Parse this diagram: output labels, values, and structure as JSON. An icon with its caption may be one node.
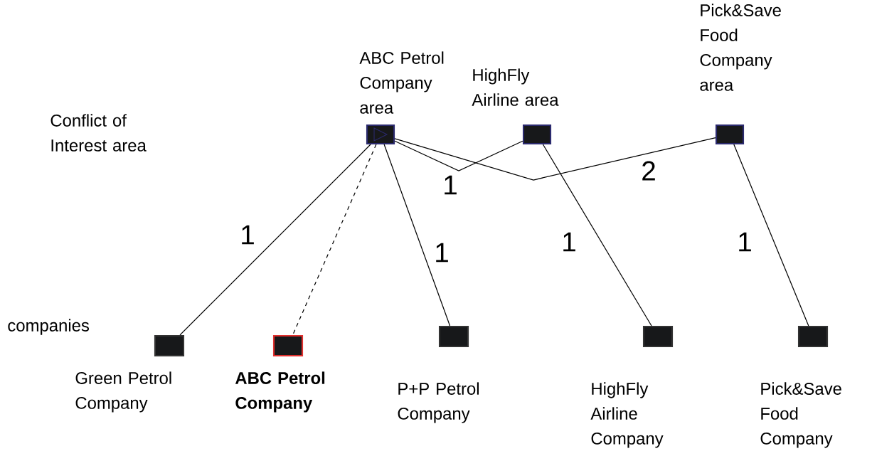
{
  "diagram": {
    "nodes": [
      {
        "text": [
          "ABC Petrol Company area"
        ]
      },
      {
        "text": [
          "HighFly Airline area"
        ]
      },
      {
        "text": [
          "Pick&Save Food Company area"
        ]
      },
      {
        "text": [
          "Green Petrol Company"
        ]
      },
      {
        "text": [
          "ABC Petrol Company"
        ]
      },
      {
        "text": [
          "P+P Petrol Company"
        ]
      },
      {
        "text": [
          "HighFly Airline Company"
        ]
      },
      {
        "text": [
          "Pick&Save Food Company"
        ]
      }
    ],
    "edges": [
      {
        "from": 0,
        "to": 3,
        "arrow": "none",
        "label": "1"
      },
      {
        "from": 0,
        "to": 4,
        "arrow": "none",
        "style": "dashed"
      },
      {
        "from": 0,
        "to": 5,
        "arrow": "none",
        "label": "1"
      },
      {
        "from": 0,
        "to": 1,
        "arrow": "none",
        "label": "1"
      },
      {
        "from": 0,
        "to": 2,
        "arrow": "none",
        "label": "2"
      },
      {
        "from": 1,
        "to": 6,
        "arrow": "none",
        "label": "1"
      },
      {
        "from": 2,
        "to": 7,
        "arrow": "none",
        "label": "1"
      }
    ],
    "labels": [
      "Conflict of Interest area",
      "companies"
    ]
  }
}
